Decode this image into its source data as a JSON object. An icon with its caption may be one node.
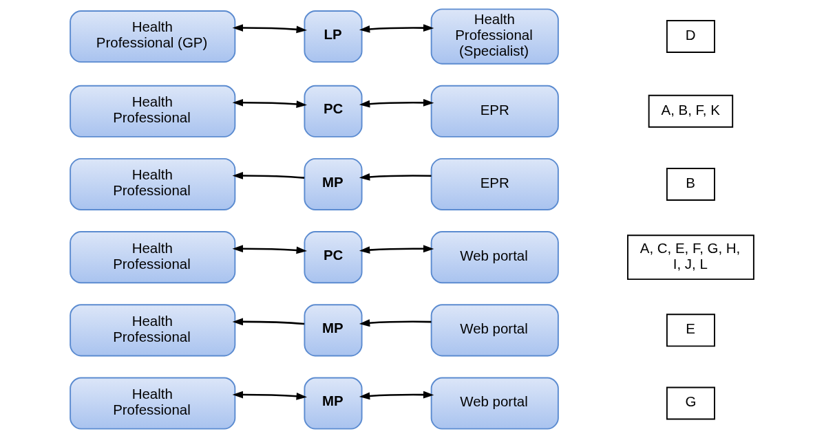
{
  "diagram": {
    "nodes": [
      {
        "text": [
          "Health Professional (GP)"
        ]
      },
      {
        "text": [
          "LP"
        ]
      },
      {
        "text": [
          "Health Professional (Specialist)"
        ]
      },
      {
        "text": [
          "D"
        ]
      },
      {
        "text": [
          "Health Professional"
        ]
      },
      {
        "text": [
          "PC"
        ]
      },
      {
        "text": [
          "EPR"
        ]
      },
      {
        "text": [
          "A, B, F, K"
        ]
      },
      {
        "text": [
          "Health Professional"
        ]
      },
      {
        "text": [
          "MP"
        ]
      },
      {
        "text": [
          "EPR"
        ]
      },
      {
        "text": [
          "B"
        ]
      },
      {
        "text": [
          "Health Professional"
        ]
      },
      {
        "text": [
          "PC"
        ]
      },
      {
        "text": [
          "Web portal"
        ]
      },
      {
        "text": [
          "A, C, E, F, G, H, I, J, L"
        ]
      },
      {
        "text": [
          "Health Professional"
        ]
      },
      {
        "text": [
          "MP"
        ]
      },
      {
        "text": [
          "Web portal"
        ]
      },
      {
        "text": [
          "E"
        ]
      },
      {
        "text": [
          "Health Professional"
        ]
      },
      {
        "text": [
          "MP"
        ]
      },
      {
        "text": [
          "Web portal"
        ]
      },
      {
        "text": [
          "G"
        ]
      }
    ],
    "edges": [
      {
        "from": 0,
        "to": 1,
        "arrow": "both"
      },
      {
        "from": 1,
        "to": 2,
        "arrow": "both"
      },
      {
        "from": 4,
        "to": 5,
        "arrow": "both"
      },
      {
        "from": 5,
        "to": 6,
        "arrow": "both"
      },
      {
        "from": 9,
        "to": 8,
        "arrow": "to"
      },
      {
        "from": 10,
        "to": 9,
        "arrow": "to"
      },
      {
        "from": 12,
        "to": 13,
        "arrow": "both"
      },
      {
        "from": 13,
        "to": 14,
        "arrow": "both"
      },
      {
        "from": 17,
        "to": 16,
        "arrow": "to"
      },
      {
        "from": 18,
        "to": 17,
        "arrow": "to"
      },
      {
        "from": 20,
        "to": 21,
        "arrow": "both"
      },
      {
        "from": 21,
        "to": 22,
        "arrow": "both"
      }
    ]
  }
}
